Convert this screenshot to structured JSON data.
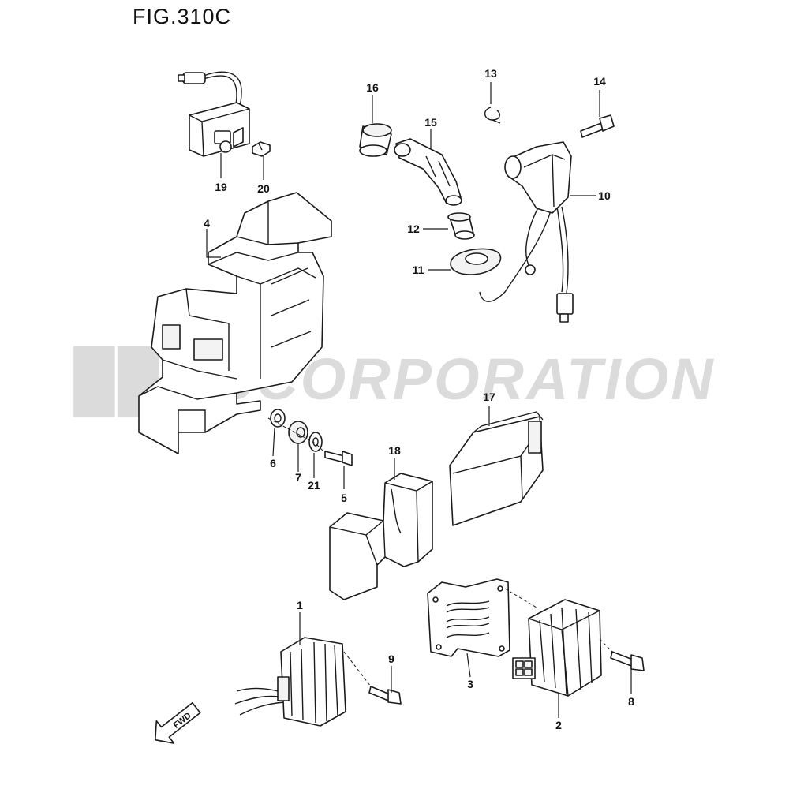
{
  "figure": {
    "title": "FIG.310C",
    "watermark": "JSCORPORATION"
  },
  "direction_label": "FWD",
  "callouts": [
    {
      "id": "p1",
      "label": "1"
    },
    {
      "id": "p2",
      "label": "2"
    },
    {
      "id": "p3",
      "label": "3"
    },
    {
      "id": "p4",
      "label": "4"
    },
    {
      "id": "p5",
      "label": "5"
    },
    {
      "id": "p6",
      "label": "6"
    },
    {
      "id": "p7",
      "label": "7"
    },
    {
      "id": "p8",
      "label": "8"
    },
    {
      "id": "p9",
      "label": "9"
    },
    {
      "id": "p10",
      "label": "10"
    },
    {
      "id": "p11",
      "label": "11"
    },
    {
      "id": "p12",
      "label": "12"
    },
    {
      "id": "p13",
      "label": "13"
    },
    {
      "id": "p14",
      "label": "14"
    },
    {
      "id": "p15",
      "label": "15"
    },
    {
      "id": "p16",
      "label": "16"
    },
    {
      "id": "p17",
      "label": "17"
    },
    {
      "id": "p18",
      "label": "18"
    },
    {
      "id": "p19",
      "label": "19"
    },
    {
      "id": "p20",
      "label": "20"
    },
    {
      "id": "p21",
      "label": "21"
    }
  ]
}
